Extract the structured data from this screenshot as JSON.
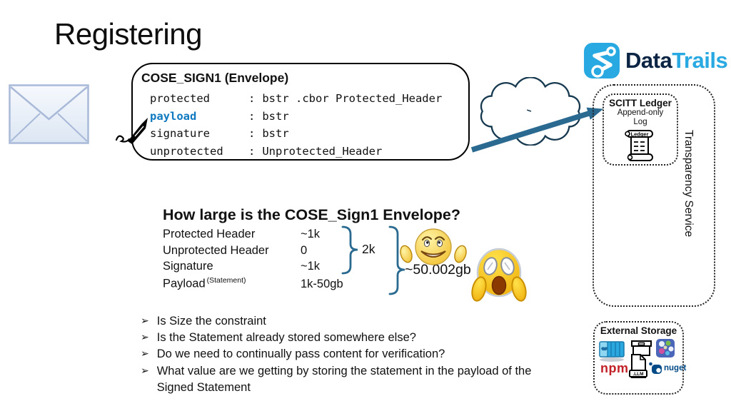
{
  "title": "Registering",
  "logo": {
    "word1": "Data",
    "word2": "Trails"
  },
  "envelope_box": {
    "header": "COSE_SIGN1 (Envelope)",
    "separator": ":",
    "fields": [
      {
        "name": "protected",
        "value": "bstr .cbor Protected_Header"
      },
      {
        "name": "payload",
        "value": "bstr"
      },
      {
        "name": "signature",
        "value": "bstr"
      },
      {
        "name": "unprotected",
        "value": "Unprotected_Header"
      }
    ]
  },
  "scitt_ledger": {
    "title": "SCITT Ledger",
    "subtitle_line1": "Append-only",
    "subtitle_line2": "Log",
    "scroll_label": "Ledger"
  },
  "transparency_service_label": "Transparency Service",
  "size_section": {
    "heading": "How large is the COSE_Sign1 Envelope?",
    "rows": [
      {
        "label": "Protected Header",
        "note": "",
        "value": "~1k"
      },
      {
        "label": "Unprotected Header",
        "note": "",
        "value": "0"
      },
      {
        "label": "Signature",
        "note": "",
        "value": "~1k"
      },
      {
        "label": "Payload",
        "note": "(Statement)",
        "value": "1k-50gb"
      }
    ],
    "header_subtotal": "2k",
    "envelope_total": "~50.002gb"
  },
  "questions": [
    "Is Size the constraint",
    "Is the Statement already stored somewhere else?",
    "Do we need to continually pass content for verification?",
    "What value are we getting by storing the statement in the payload of the Signed Statement"
  ],
  "external_storage": {
    "title": "External Storage",
    "npm_label": "npm",
    "nuget_label": "nuget",
    "llm_label": ".LLM"
  },
  "icons": {
    "bullet_glyph": "➢",
    "mail_envelope": "envelope-icon",
    "signature_pen": "pen-icon",
    "cloud": "cloud-shape",
    "ledger_scroll": "scroll-icon",
    "shrug": "shrug-face-emoji",
    "scream": "face-screaming-in-fear-emoji"
  },
  "colors": {
    "payload_blue": "#0e78c0",
    "arrow_brace_teal": "#2b6a90",
    "logo_blue": "#29a9e1",
    "logo_navy": "#0d2544",
    "npm_red": "#c12127",
    "nuget_navy": "#004a87"
  }
}
